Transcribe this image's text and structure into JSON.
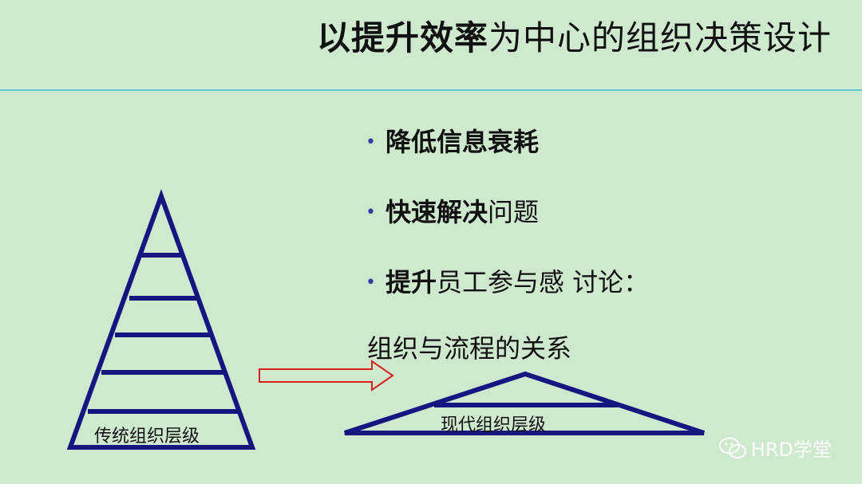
{
  "slide": {
    "title_bold": "以提升效率",
    "title_rest": "为中心的组织决策设计",
    "bullets": [
      {
        "bold": "降低信息衰耗",
        "rest": ""
      },
      {
        "bold": "快速解决",
        "rest": "问题"
      },
      {
        "bold": "提升",
        "rest": "员工参与感  讨论："
      }
    ],
    "subheading": "组织与流程的关系",
    "traditional_label": "传统组织层级",
    "modern_label": "现代组织层级",
    "watermark": "HRD学堂"
  },
  "colors": {
    "background": "#cfe9cf",
    "rule": "#63c7dc",
    "pyramid_stroke": "#161680",
    "arrow_stroke": "#d82020",
    "bullet": "#3a3aa0"
  },
  "icons": {
    "watermark_icon": "wechat-icon"
  }
}
